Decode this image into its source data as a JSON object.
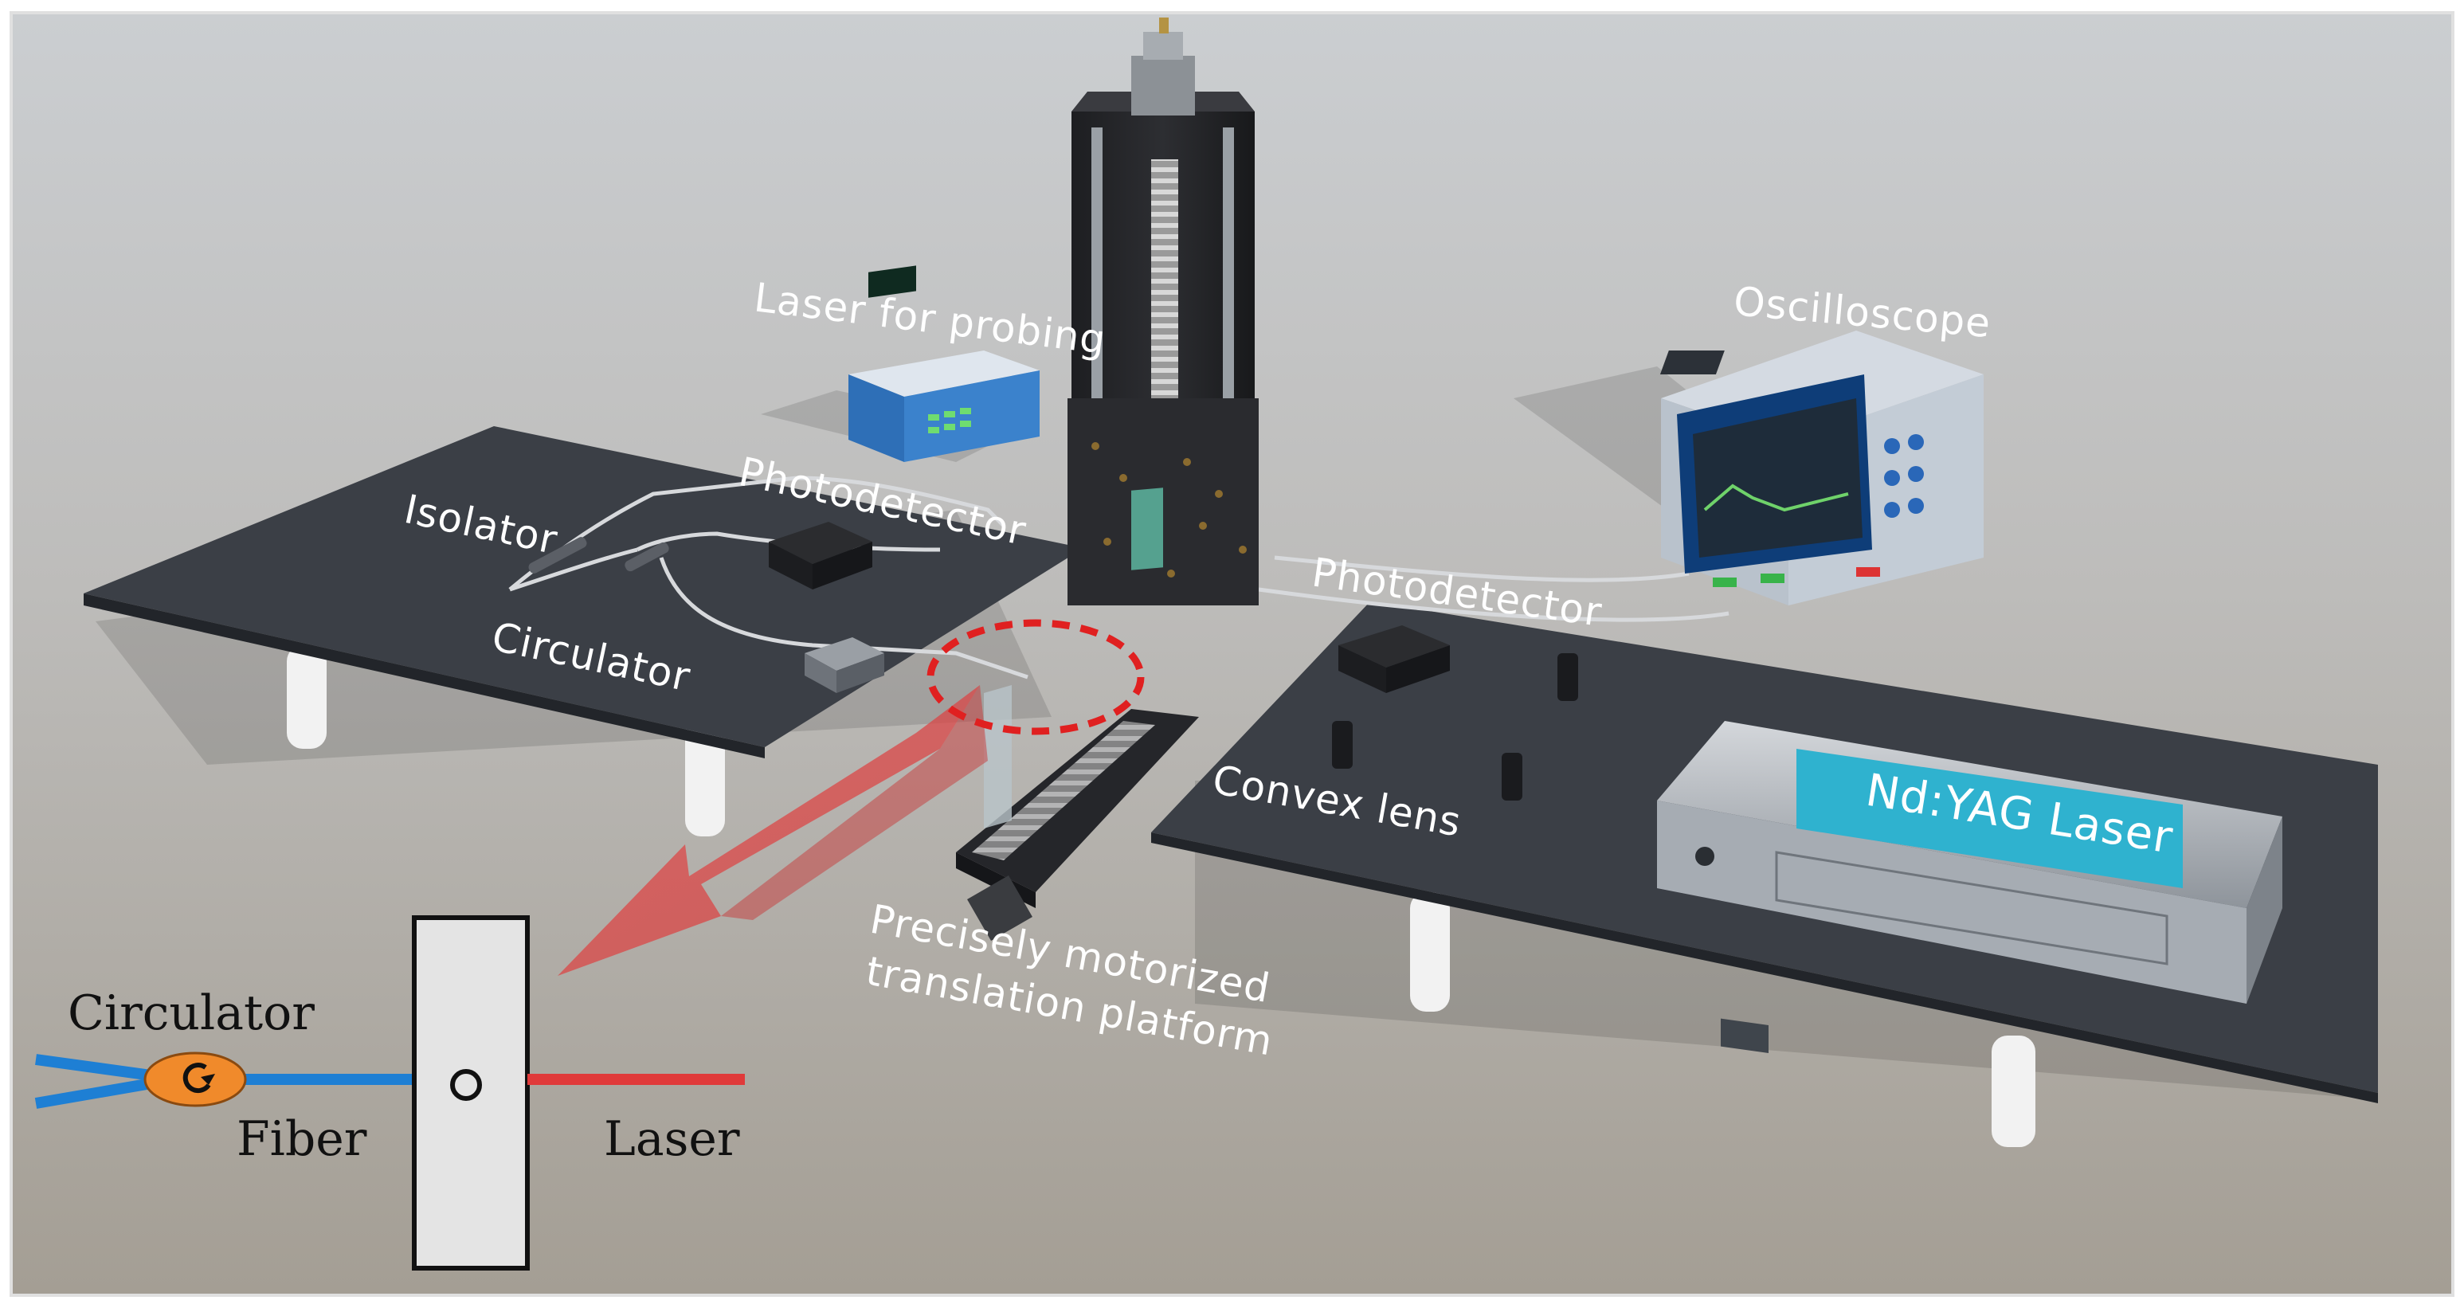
{
  "labels": {
    "laser_for_probing": "Laser for probing",
    "oscilloscope": "Oscilloscope",
    "isolator": "Isolator",
    "photodetector_left": "Photodetector",
    "photodetector_right": "Photodetector",
    "circulator_3d": "Circulator",
    "convex_lens": "Convex lens",
    "nd_yag_laser": "Nd:YAG Laser",
    "platform_line1": "Precisely motorized",
    "platform_line2": "translation platform"
  },
  "inset": {
    "circulator": "Circulator",
    "fiber": "Fiber",
    "laser": "Laser"
  },
  "colors": {
    "background_top": "#c9cccf",
    "background_bottom": "#a59f95",
    "table": "#3a3e45",
    "fiber_blue": "#1e7fd4",
    "laser_red": "#e03a3a",
    "circulator_orange": "#f08a2b",
    "yag_label_bg": "#2fb2cf",
    "highlight_ring": "#e02020"
  }
}
